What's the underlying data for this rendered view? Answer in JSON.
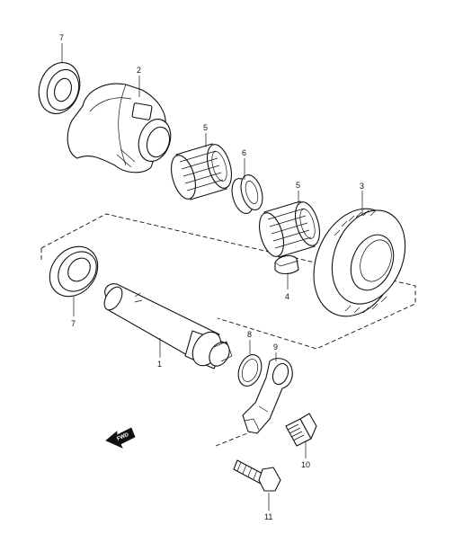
{
  "parts": [
    {
      "id": "p7a",
      "label": "7"
    },
    {
      "id": "p2",
      "label": "2"
    },
    {
      "id": "p5a",
      "label": "5"
    },
    {
      "id": "p6",
      "label": "6"
    },
    {
      "id": "p5b",
      "label": "5"
    },
    {
      "id": "p3",
      "label": "3"
    },
    {
      "id": "p4",
      "label": "4"
    },
    {
      "id": "p7b",
      "label": "7"
    },
    {
      "id": "p1",
      "label": "1"
    },
    {
      "id": "p8",
      "label": "8"
    },
    {
      "id": "p9",
      "label": "9"
    },
    {
      "id": "p10",
      "label": "10"
    },
    {
      "id": "p11",
      "label": "11"
    }
  ],
  "direction_arrow": {
    "label": "FWD"
  }
}
